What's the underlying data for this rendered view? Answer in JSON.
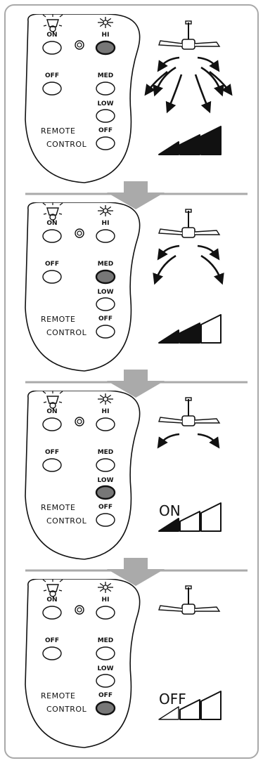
{
  "remote": {
    "label_line1": "REMOTE",
    "label_line2": "CONTROL",
    "buttons": {
      "on": "ON",
      "off": "OFF",
      "hi": "HI",
      "med": "MED",
      "low": "LOW",
      "fan_off": "OFF"
    }
  },
  "steps": [
    {
      "active": "hi",
      "speed_level": 3,
      "indicator_text": ""
    },
    {
      "active": "med",
      "speed_level": 2,
      "indicator_text": ""
    },
    {
      "active": "low",
      "speed_level": 1,
      "indicator_text": "ON"
    },
    {
      "active": "fan_off",
      "speed_level": 0,
      "indicator_text": "OFF"
    }
  ],
  "colors": {
    "active_button": "#777777",
    "arrow": "#aaaaaa",
    "divider": "#aaaaaa",
    "ink": "#111111",
    "frame": "#a9a9a9"
  },
  "icons": [
    "light-icon",
    "fan-icon",
    "led-indicator-icon",
    "ceiling-fan-icon",
    "airflow-arrow-icon",
    "speed-bar-icon"
  ]
}
